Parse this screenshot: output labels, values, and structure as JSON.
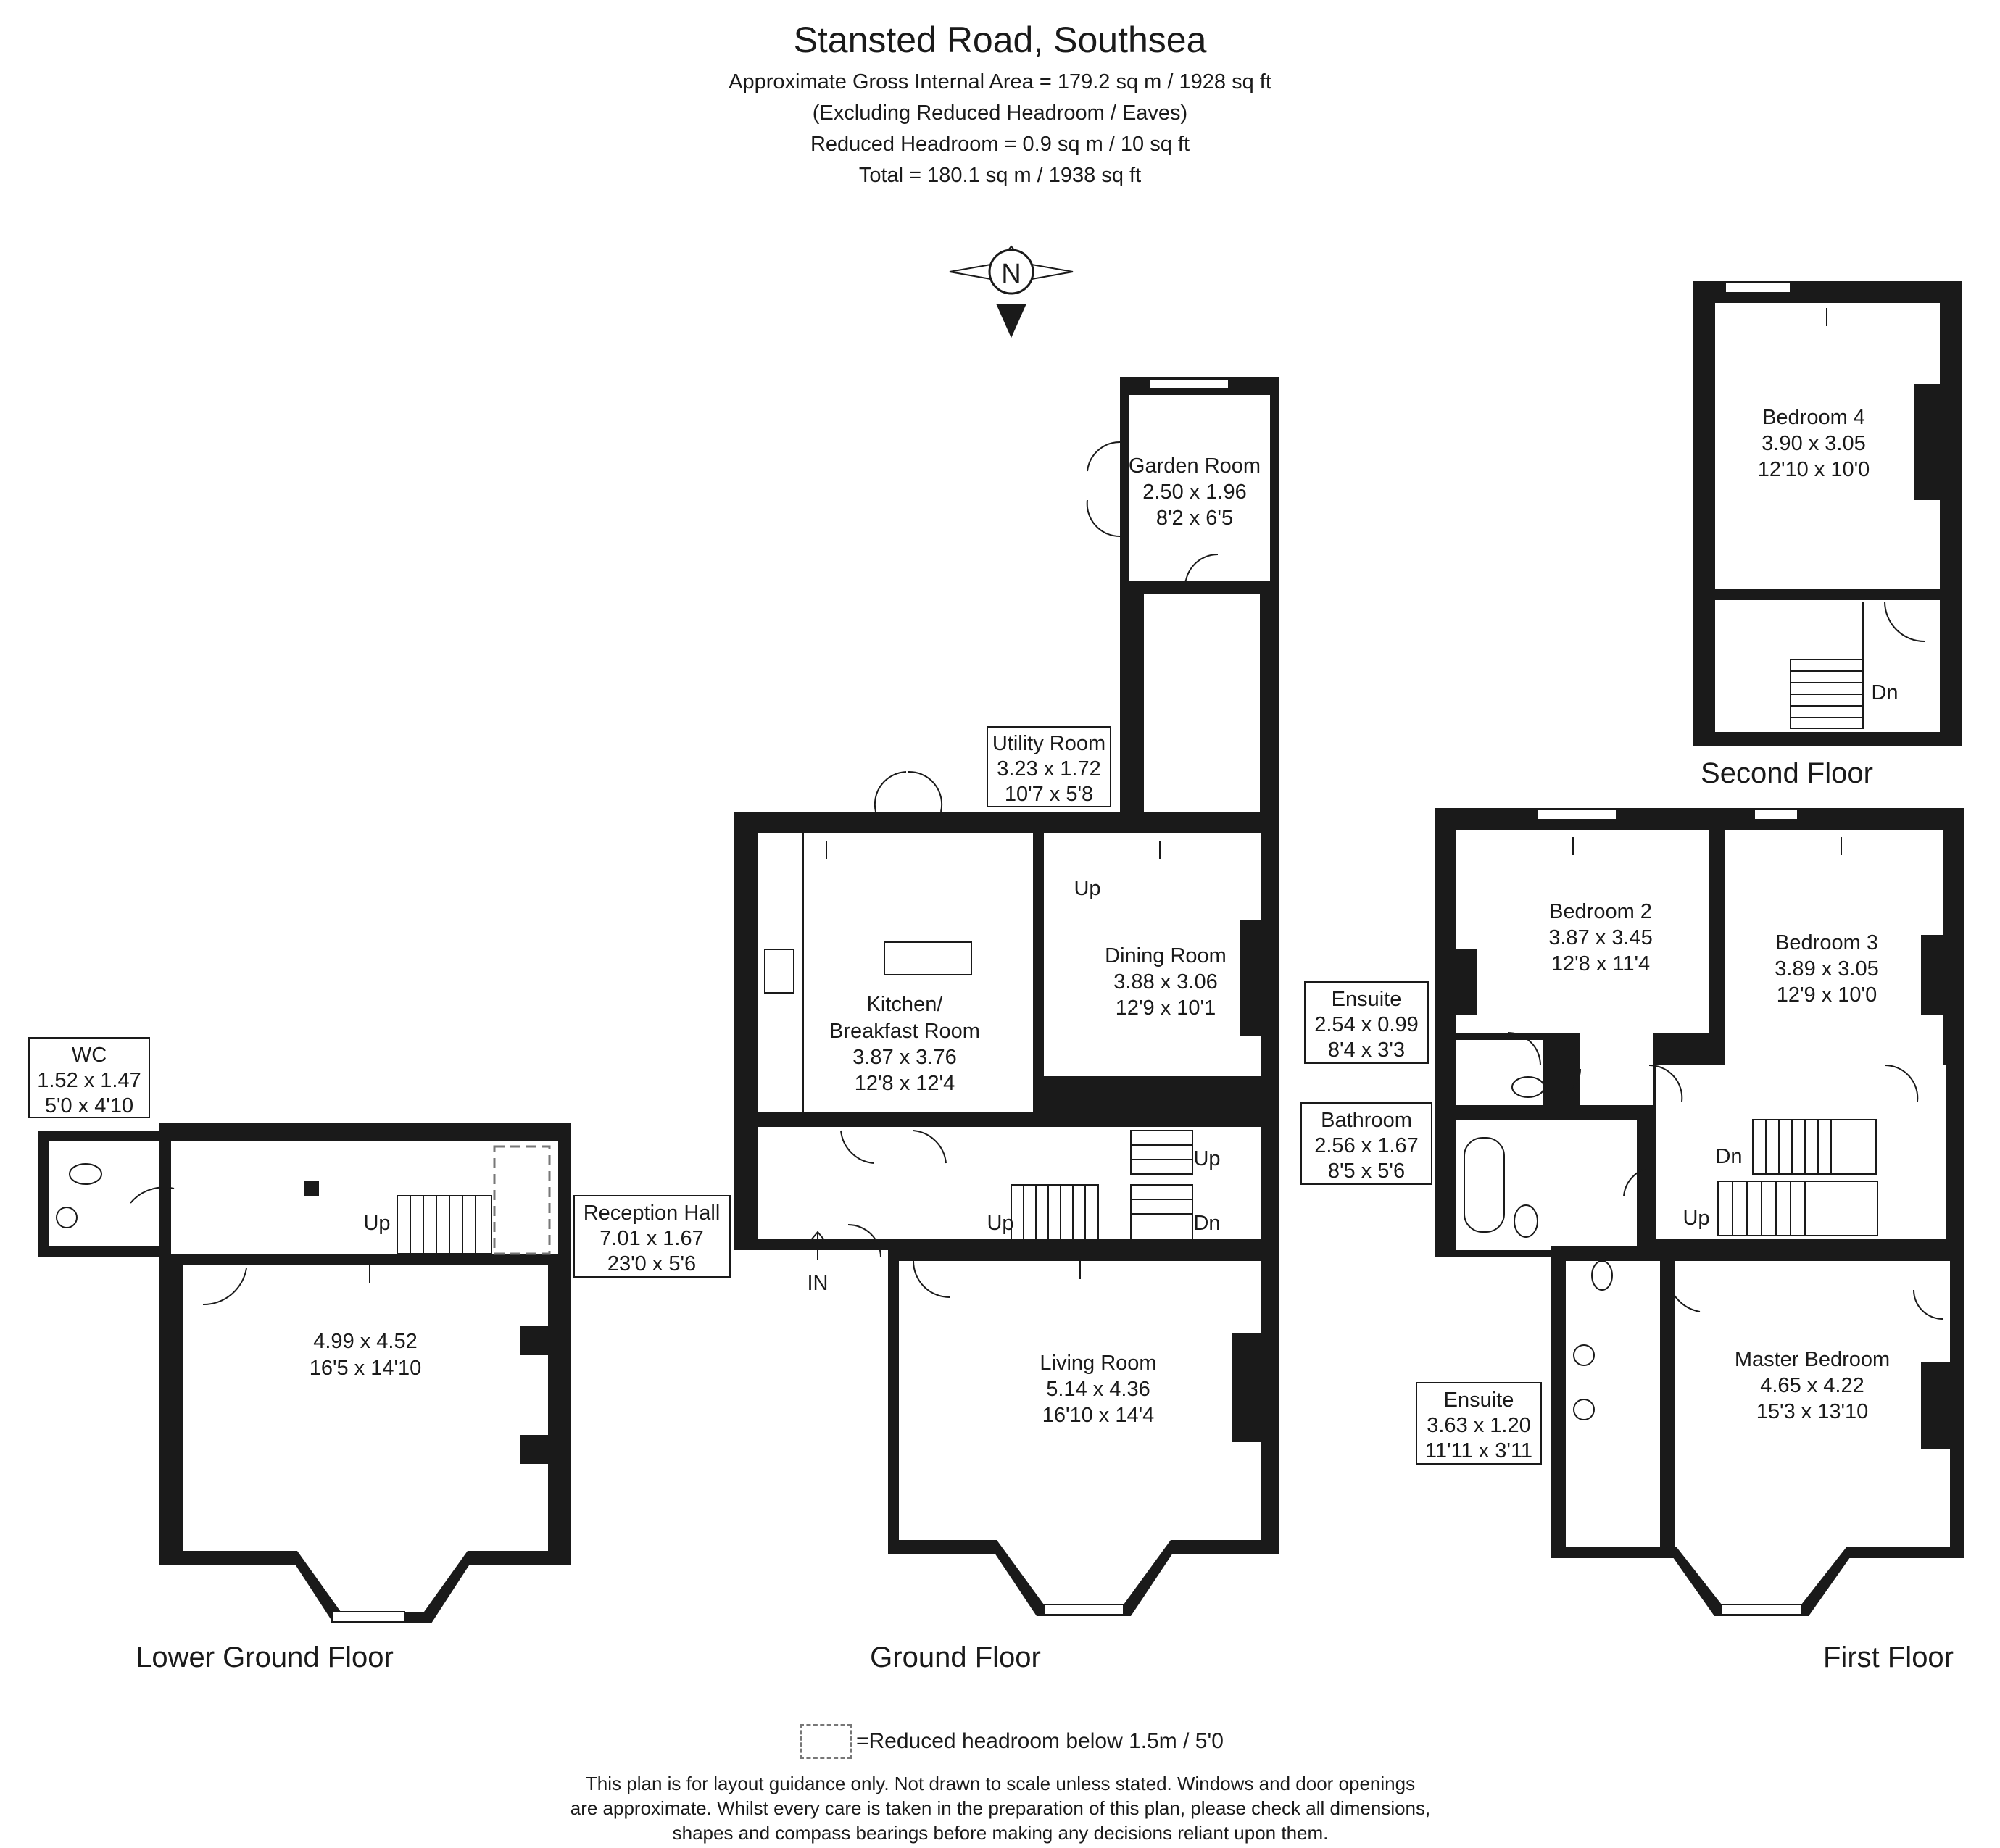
{
  "header": {
    "title": "Stansted Road, Southsea",
    "line1": "Approximate Gross Internal Area = 179.2 sq m / 1928 sq ft",
    "line2": "(Excluding Reduced Headroom / Eaves)",
    "line3": "Reduced Headroom = 0.9 sq m / 10 sq ft",
    "line4": "Total = 180.1 sq m / 1938 sq ft"
  },
  "compass": {
    "label": "N"
  },
  "floors": {
    "lower_ground": "Lower Ground Floor",
    "ground": "Ground Floor",
    "first": "First Floor",
    "second": "Second Floor"
  },
  "rooms": {
    "wc": {
      "name": "WC",
      "metric": "1.52 x 1.47",
      "imperial": "5'0 x 4'10"
    },
    "lg_room": {
      "metric": "4.99 x 4.52",
      "imperial": "16'5 x 14'10"
    },
    "garden_room": {
      "name": "Garden Room",
      "metric": "2.50 x 1.96",
      "imperial": "8'2 x 6'5"
    },
    "utility_room": {
      "name": "Utility Room",
      "metric": "3.23 x 1.72",
      "imperial": "10'7 x 5'8"
    },
    "kitchen": {
      "name1": "Kitchen/",
      "name2": "Breakfast Room",
      "metric": "3.87 x 3.76",
      "imperial": "12'8 x 12'4"
    },
    "dining_room": {
      "name": "Dining Room",
      "metric": "3.88 x 3.06",
      "imperial": "12'9 x 10'1"
    },
    "reception_hall": {
      "name": "Reception Hall",
      "metric": "7.01 x 1.67",
      "imperial": "23'0 x 5'6"
    },
    "living_room": {
      "name": "Living Room",
      "metric": "5.14 x 4.36",
      "imperial": "16'10 x 14'4"
    },
    "bedroom2": {
      "name": "Bedroom 2",
      "metric": "3.87 x 3.45",
      "imperial": "12'8 x 11'4"
    },
    "bedroom3": {
      "name": "Bedroom 3",
      "metric": "3.89 x 3.05",
      "imperial": "12'9 x 10'0"
    },
    "ensuite1": {
      "name": "Ensuite",
      "metric": "2.54 x 0.99",
      "imperial": "8'4 x 3'3"
    },
    "bathroom": {
      "name": "Bathroom",
      "metric": "2.56 x 1.67",
      "imperial": "8'5 x 5'6"
    },
    "ensuite2": {
      "name": "Ensuite",
      "metric": "3.63 x 1.20",
      "imperial": "11'11 x 3'11"
    },
    "master_bedroom": {
      "name": "Master Bedroom",
      "metric": "4.65 x 4.22",
      "imperial": "15'3 x 13'10"
    },
    "bedroom4": {
      "name": "Bedroom 4",
      "metric": "3.90 x 3.05",
      "imperial": "12'10 x 10'0"
    }
  },
  "stairs": {
    "up": "Up",
    "down": "Dn",
    "in": "IN"
  },
  "legend": "=Reduced headroom below 1.5m / 5'0",
  "disclaimer": {
    "line1": "This plan is for layout guidance only. Not drawn to scale unless stated. Windows and door openings",
    "line2": "are approximate. Whilst every care is taken in the preparation of this plan, please check all dimensions,",
    "line3": "shapes and compass bearings before making any decisions reliant upon them."
  }
}
